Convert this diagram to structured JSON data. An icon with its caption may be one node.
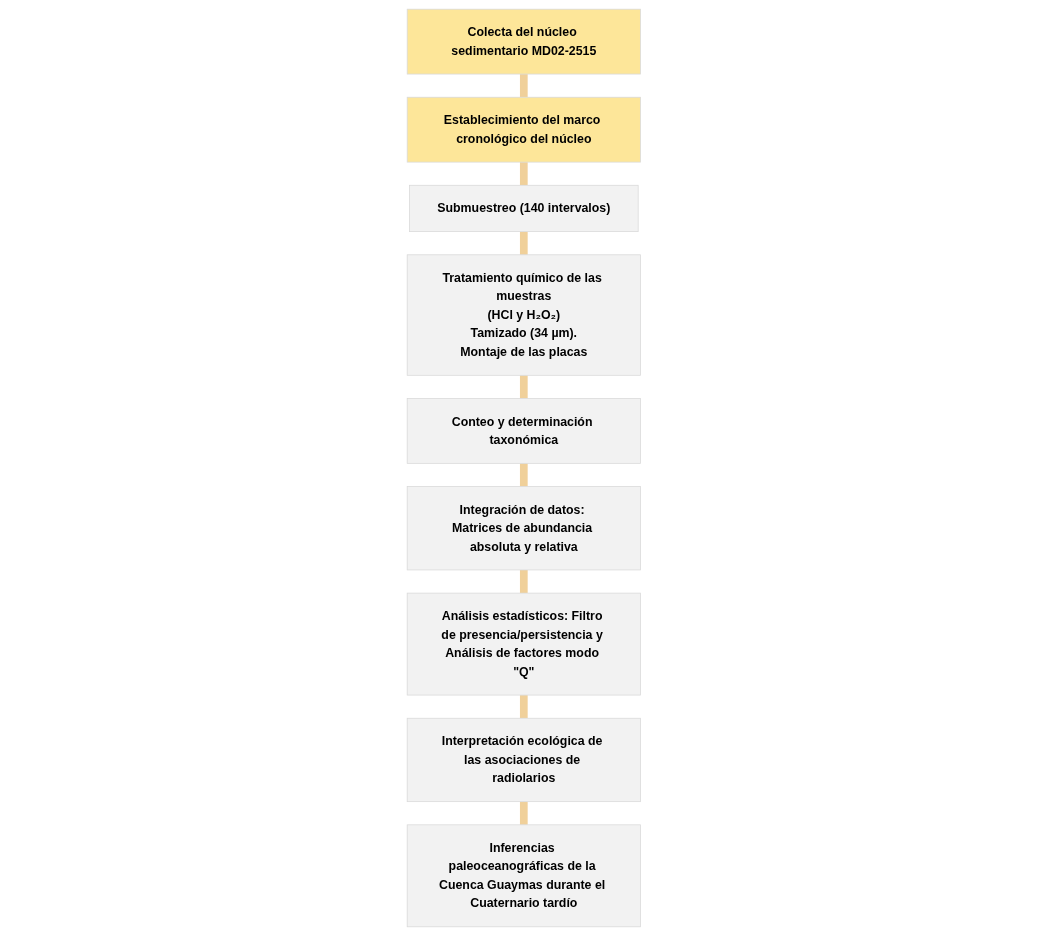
{
  "diagram": {
    "nodes": [
      {
        "text": [
          "Colecta del núcleo sedimentario MD02-2515"
        ]
      },
      {
        "text": [
          "Integración de datos: Matrices de abundancia absoluta y relativa"
        ]
      },
      {
        "text": [
          "Análisis estadísticos: Filtro de presencia/persistencia y Análisis de factores modo \"Q\""
        ]
      },
      {
        "text": [
          "Establecimiento del marco cronológico del núcleo"
        ]
      },
      {
        "text": [
          "Conteo y determinación taxonómica"
        ]
      },
      {
        "text": [
          "Interpretación ecológica de las asociaciones de radiolarios"
        ]
      },
      {
        "text": [
          "Submuestreo (140 intervalos)"
        ]
      },
      {
        "text": [
          "Tratamiento químico de las muestras",
          "(HCl y H₂O₂)",
          "Tamizado (34 µm).",
          "Montaje de las placas"
        ]
      },
      {
        "text": [
          "Inferencias paleoceanográficas de la Cuenca Guaymas durante el Cuaternario tardío"
        ]
      }
    ],
    "edges": [
      {
        "from": 0,
        "to": 3,
        "arrow": "none"
      },
      {
        "from": 3,
        "to": 6,
        "arrow": "none"
      },
      {
        "from": 6,
        "to": 7,
        "arrow": "none"
      },
      {
        "from": 7,
        "to": 4,
        "arrow": "none"
      },
      {
        "from": 4,
        "to": 1,
        "arrow": "none"
      },
      {
        "from": 1,
        "to": 2,
        "arrow": "none"
      },
      {
        "from": 2,
        "to": 5,
        "arrow": "none"
      },
      {
        "from": 5,
        "to": 8,
        "arrow": "none"
      }
    ]
  }
}
